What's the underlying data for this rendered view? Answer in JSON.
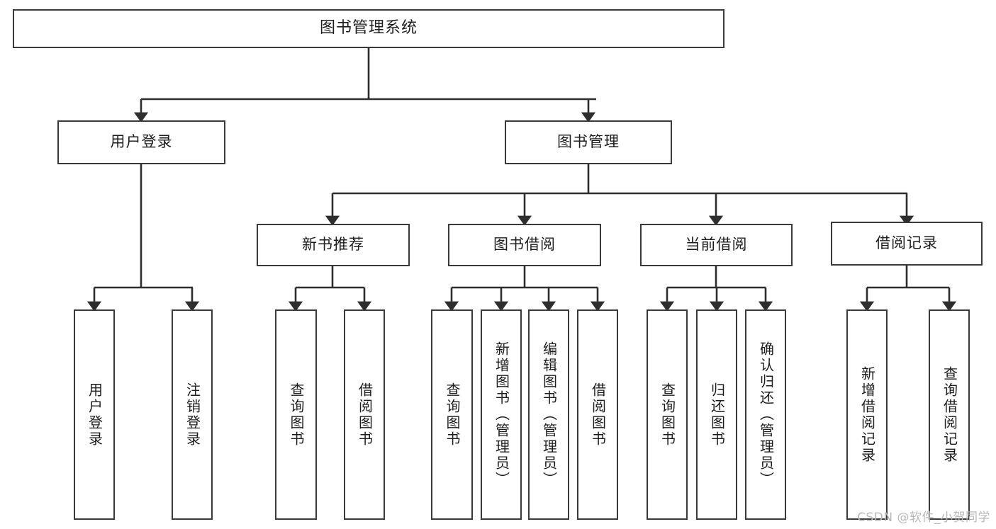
{
  "diagram": {
    "title": "图书管理系统",
    "type": "tree",
    "stroke_color": "#3a3a3a",
    "fill_color": "#ffffff",
    "text_color": "#1d1d1d",
    "watermark": "CSDN @软件_小贺同学",
    "nodes": {
      "root": {
        "label": "图书管理系统"
      },
      "level2": [
        {
          "label": "用户登录"
        },
        {
          "label": "图书管理"
        }
      ],
      "level3": [
        {
          "label": "新书推荐"
        },
        {
          "label": "图书借阅"
        },
        {
          "label": "当前借阅"
        },
        {
          "label": "借阅记录"
        }
      ],
      "leaves": [
        {
          "label": "用户登录"
        },
        {
          "label": "注销登录"
        },
        {
          "label": "查询图书"
        },
        {
          "label": "借阅图书"
        },
        {
          "label": "查询图书"
        },
        {
          "label": "新增图书（管理员）"
        },
        {
          "label": "编辑图书（管理员）"
        },
        {
          "label": "借阅图书"
        },
        {
          "label": "查询图书"
        },
        {
          "label": "归还图书"
        },
        {
          "label": "确认归还（管理员）"
        },
        {
          "label": "新增借阅记录"
        },
        {
          "label": "查询借阅记录"
        }
      ]
    }
  }
}
